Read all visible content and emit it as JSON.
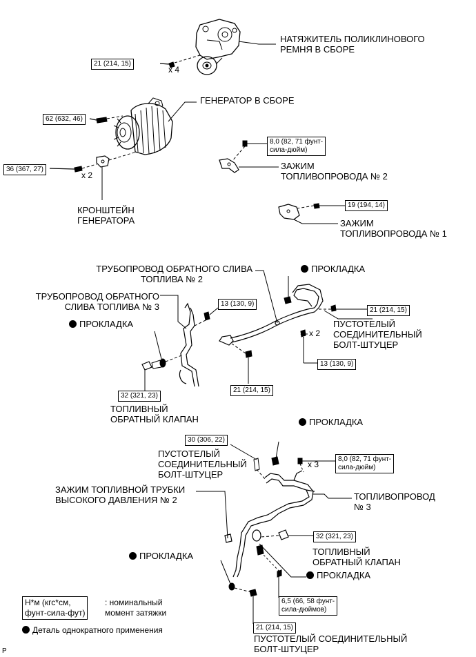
{
  "labels": {
    "tensioner": [
      "НАТЯЖИТЕЛЬ ПОЛИКЛИНОВОГО",
      "РЕМНЯ В СБОРЕ"
    ],
    "generator": [
      "ГЕНЕРАТОР В СБОРЕ"
    ],
    "bracket": [
      "КРОНШТЕЙН",
      "ГЕНЕРАТОРА"
    ],
    "clamp2": [
      "ЗАЖИМ",
      "ТОПЛИВОПРОВОДА № 2"
    ],
    "clamp1": [
      "ЗАЖИМ",
      "ТОПЛИВОПРОВОДА № 1"
    ],
    "return_pipe2": [
      "ТРУБОПРОВОД ОБРАТНОГО СЛИВА",
      "ТОПЛИВА № 2"
    ],
    "return_pipe3": [
      "ТРУБОПРОВОД ОБРАТНОГО",
      "СЛИВА ТОПЛИВА № 3"
    ],
    "gasket": "ПРОКЛАДКА",
    "union_bolt_1": [
      "ПУСТОТЕЛЫЙ",
      "СОЕДИНИТЕЛЬНЫЙ",
      "БОЛТ-ШТУЦЕР"
    ],
    "check_valve_1": [
      "ТОПЛИВНЫЙ",
      "ОБРАТНЫЙ КЛАПАН"
    ],
    "union_bolt_2": [
      "ПУСТОТЕЛЫЙ",
      "СОЕДИНИТЕЛЬНЫЙ",
      "БОЛТ-ШТУЦЕР"
    ],
    "hp_clamp": [
      "ЗАЖИМ ТОПЛИВНОЙ ТРУБКИ",
      "ВЫСОКОГО ДАВЛЕНИЯ № 2"
    ],
    "fuel_pipe3": [
      "ТОПЛИВОПРОВОД",
      "№ 3"
    ],
    "check_valve_2": [
      "ТОПЛИВНЫЙ",
      "ОБРАТНЫЙ КЛАПАН"
    ],
    "union_bolt_3": [
      "ПУСТОТЕЛЫЙ СОЕДИНИТЕЛЬНЫЙ",
      "БОЛТ-ШТУЦЕР"
    ]
  },
  "torques": {
    "t_tensioner": "21 (214, 15)",
    "t_gen_top": "62 (632, 46)",
    "t_bracket": "36 (367, 27)",
    "t_clamp2": [
      "8,0 (82, 71 фунт-",
      "сила-дюйм)"
    ],
    "t_clamp1": "19 (194, 14)",
    "t_pipe_bolt": "13 (130, 9)",
    "t_union1": "21 (214, 15)",
    "t_pipe_x2": "13 (130, 9)",
    "t_pipe_mid": "21 (214, 15)",
    "t_valve1": "32 (321, 23)",
    "t_union2": "30 (306, 22)",
    "t_x3": [
      "8,0 (82, 71 фунт-",
      "сила-дюйм)"
    ],
    "t_valve2": "32 (321, 23)",
    "t_small": [
      "6,5 (66, 58 фунт-",
      "сила-дюймов)"
    ],
    "t_union3": "21 (214, 15)"
  },
  "qty": {
    "x4": "x 4",
    "x2a": "x 2",
    "x2b": "x 2",
    "x3": "x 3"
  },
  "legend": {
    "unit": [
      "Н*м (кгс*см,",
      "фунт-сила-фут)"
    ],
    "unit_desc": [
      ": номинальный",
      "момент затяжки"
    ],
    "single_use": "Деталь однократного применения"
  },
  "corner": "P"
}
